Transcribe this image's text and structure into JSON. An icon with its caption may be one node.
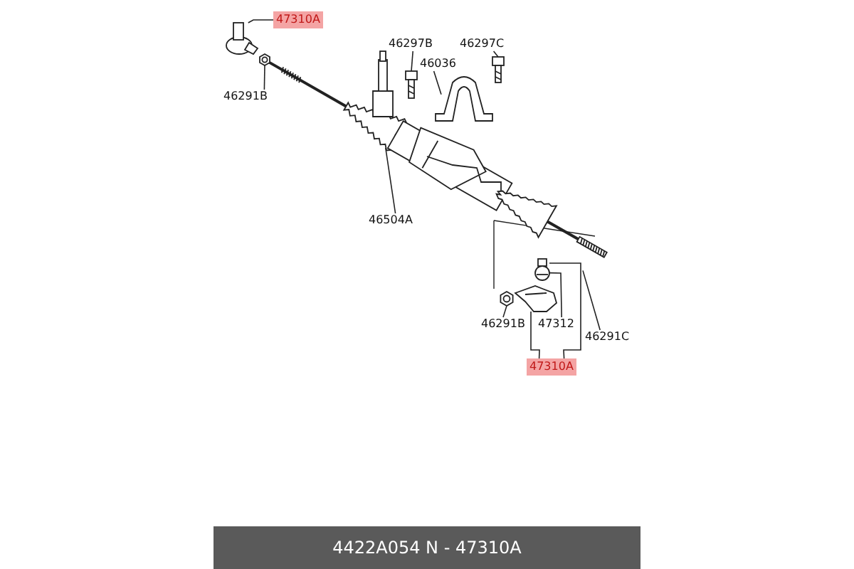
{
  "diagram": {
    "nodes": [
      {
        "text": [
          "47310A"
        ]
      },
      {
        "text": [
          "46291B"
        ]
      },
      {
        "text": [
          "46297B"
        ]
      },
      {
        "text": [
          "46297C"
        ]
      },
      {
        "text": [
          "46036"
        ]
      },
      {
        "text": [
          "46504A"
        ]
      },
      {
        "text": [
          "46291B"
        ]
      },
      {
        "text": [
          "47312"
        ]
      },
      {
        "text": [
          "46291C"
        ]
      },
      {
        "text": [
          "47310A"
        ]
      },
      {
        "text": [],
        "shape": "picture"
      },
      {
        "text": [],
        "shape": "picture"
      },
      {
        "text": [],
        "shape": "picture"
      },
      {
        "text": [],
        "shape": "picture"
      },
      {
        "text": [],
        "shape": "picture"
      },
      {
        "text": [],
        "shape": "picture"
      },
      {
        "text": [],
        "shape": "picture"
      },
      {
        "text": [],
        "shape": "picture"
      },
      {
        "text": [],
        "shape": "picture"
      },
      {
        "text": [],
        "shape": "picture"
      }
    ],
    "edges": [
      {
        "from": 0,
        "to": 10,
        "arrow": "none"
      },
      {
        "from": 1,
        "to": 11,
        "arrow": "none"
      },
      {
        "from": 2,
        "to": 12,
        "arrow": "none"
      },
      {
        "from": 3,
        "to": 13,
        "arrow": "none"
      },
      {
        "from": 4,
        "to": 14,
        "arrow": "none"
      },
      {
        "from": 5,
        "to": 15,
        "arrow": "none"
      },
      {
        "from": 6,
        "to": 16,
        "arrow": "none"
      },
      {
        "from": 7,
        "to": 17,
        "arrow": "none"
      },
      {
        "from": 8,
        "to": 19,
        "arrow": "none"
      },
      {
        "from": 9,
        "to": 18,
        "arrow": "none"
      },
      {
        "from": 9,
        "to": 17,
        "arrow": "none"
      }
    ],
    "labels": [
      "4422A054 N - 47310A"
    ]
  }
}
